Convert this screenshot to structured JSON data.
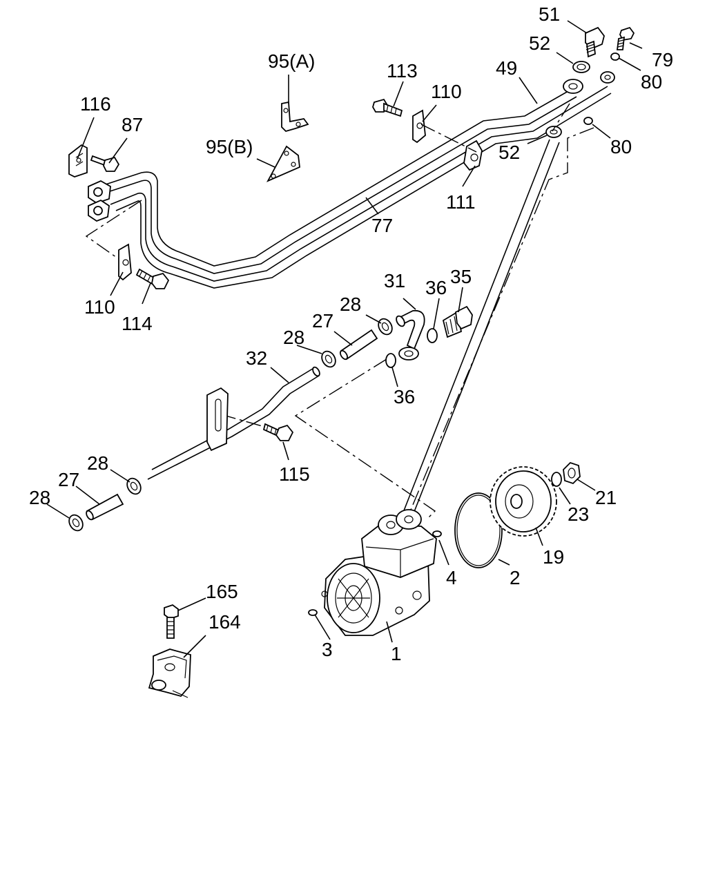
{
  "labels": {
    "p51": "51",
    "p52a": "52",
    "p79": "79",
    "p80a": "80",
    "p49": "49",
    "p52b": "52",
    "p80b": "80",
    "p95a": "95(A)",
    "p95b": "95(B)",
    "p113": "113",
    "p110a": "110",
    "p111": "111",
    "p77": "77",
    "p116": "116",
    "p87": "87",
    "p110b": "110",
    "p114": "114",
    "p31": "31",
    "p36a": "36",
    "p35": "35",
    "p28a": "28",
    "p27a": "27",
    "p28b": "28",
    "p32": "32",
    "p36b": "36",
    "p115": "115",
    "p28c": "28",
    "p27b": "27",
    "p28d": "28",
    "p21": "21",
    "p23": "23",
    "p19": "19",
    "p2": "2",
    "p4": "4",
    "p165": "165",
    "p164": "164",
    "p3": "3",
    "p1": "1"
  }
}
